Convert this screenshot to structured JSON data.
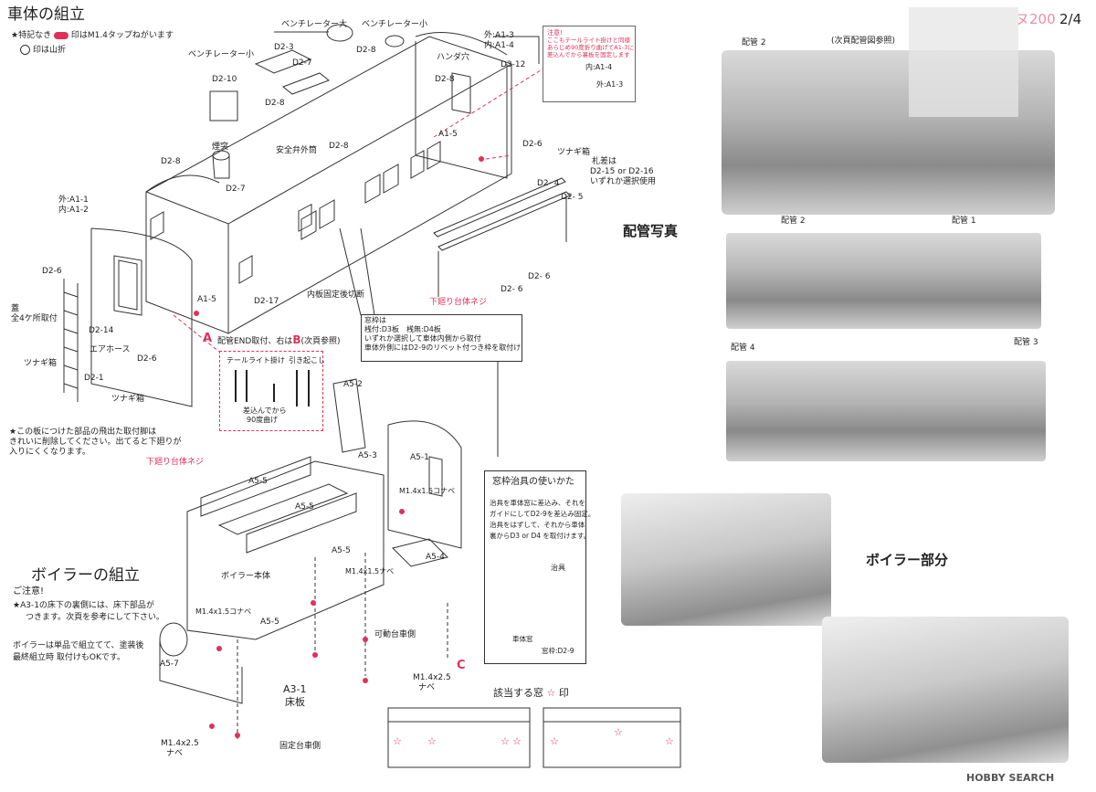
{
  "page": {
    "number": "2/4",
    "model_badge": "ヌ200"
  },
  "body_section": {
    "title": "車体の組立",
    "note1": "★特記なき",
    "note1b": "印はM1.4タップねがいます",
    "note2": "印は山折",
    "note3_lines": [
      "★この板につけた部品の飛出た取付脚は",
      "きれいに削除してください。出てると下廻りが",
      "入りにくくなります。"
    ]
  },
  "labels": {
    "vent_large": "ベンチレーター大",
    "vent_small_top": "ベンチレーター小",
    "vent_small_left": "ベンチレーター小",
    "d2_3": "D2-3",
    "d2_7a": "D2-7",
    "d2_8a": "D2-8",
    "d2_10": "D2-10",
    "d2_8b": "D2-8",
    "d2_8c": "D2-8",
    "d2_8d": "D2-8",
    "d2_7b": "D2-7",
    "d2_8e": "D2-8",
    "entotsu": "煙突",
    "safety_valve": "安全弁外筒",
    "outer_a13": "外:A1-3",
    "inner_a14": "内:A1-4",
    "handa": "ハンダ穴",
    "d3_12": "D3-12",
    "a1_5_top": "A1-5",
    "d2_6_r": "D2-6",
    "tsunagi_r": "ツナギ箱",
    "fuda1": "札差は",
    "fuda2": "D2-15 or D2-16",
    "fuda3": "いずれか選択使用",
    "d2_4": "D2- 4",
    "d2_5": "D2- 5",
    "d2_6_b1": "D2- 6",
    "d2_6_b2": "D2- 6",
    "shitamawari_r": "下廻り台体ネジ",
    "outer_a11": "外:A1-1",
    "inner_a12": "内:A1-2",
    "d2_6_l": "D2-6",
    "futa1": "蓋",
    "futa2": "全4ケ所取付",
    "d2_14": "D2-14",
    "tsunagi_l": "ツナギ箱",
    "airhose": "エアホース",
    "d2_6_l2": "D2-6",
    "d2_1": "D2-1",
    "tsunagi_b": "ツナギ箱",
    "a1_5_l": "A1-5",
    "d2_17": "D2-17",
    "naiban": "内板固定後切断",
    "label_a": "A",
    "pipe_end": "配管END取付、右は",
    "label_b": "B",
    "pipe_end2": "(次頁参照)",
    "tail_light": "テールライト掛け",
    "hikiokoshi": "引き起こし",
    "sashikomi1": "差込んでから",
    "sashikomi2": "90度曲げ",
    "shitamawari_l": "下廻り台体ネジ",
    "a5_2": "A5-2",
    "a5_3": "A5-3",
    "a5_1": "A5-1",
    "a5_5a": "A5-5",
    "a5_5b": "A5-5",
    "a5_5c": "A5-5",
    "a5_5d": "A5-5",
    "a5_4": "A5-4",
    "a5_7": "A5-7",
    "m14_nabe1": "M1.4x1.5コナベ",
    "m14_nabe2": "M1.4x1.5ナベ",
    "m14_nabe3": "M1.4x1.5コナベ",
    "boiler_body": "ボイラー本体",
    "kadou": "可動台車側",
    "label_c": "C",
    "m14_25a": "M1.4x2.5",
    "nabe_a": "ナベ",
    "a3_1": "A3-1",
    "yukaita": "床板",
    "m14_25b": "M1.4x2.5",
    "nabe_b": "ナベ",
    "kotei": "固定台車側",
    "gaitou": "該当する窓",
    "star_mark": "☆",
    "in_mark": "印"
  },
  "callout_note": {
    "head": "注意!",
    "lines": [
      "ここもテールライト掛けと同様",
      "あらじめ90度折り曲げてA1-3に",
      "差込んでから裏板を固定します"
    ],
    "inner": "内:A1-4",
    "outer": "外:A1-3"
  },
  "window_frame_box": {
    "lines": [
      "窓枠は",
      "桟付:D3板　桟無:D4板",
      "いずれか選択して車体内側から取付",
      "車体外側にはD2-9のリベット付つき枠を取付け"
    ]
  },
  "jig_box": {
    "title": "窓枠治具の使いかた",
    "lines": [
      "治具を車体窓に差込み、それを",
      "ガイドにしてD2-9を差込み固定。",
      "治具をはずして、それから車体",
      "裏からD3 or D4 を取付けます。"
    ],
    "jig": "治具",
    "car_window": "車体窓",
    "frame": "窓枠:D2-9"
  },
  "boiler_section": {
    "title": "ボイラーの組立",
    "caution": "ご注意!",
    "lines": [
      "★A3-1の床下の裏側には、床下部品が",
      "つきます。次頁を参考にして下さい。"
    ],
    "lines2": [
      "ボイラーは単品で組立てて、塗装後",
      "最終組立時 取付けもOKです。"
    ]
  },
  "photos": {
    "top_caption": "(次頁配管図参照)",
    "pipe2_top": "配管 2",
    "heading_pipes": "配管写真",
    "pipe2_mid": "配管 2",
    "pipe1": "配管 1",
    "pipe4": "配管 4",
    "pipe3": "配管 3",
    "heading_boiler": "ボイラー部分"
  },
  "footer": {
    "brand": "HOBBY SEARCH"
  }
}
